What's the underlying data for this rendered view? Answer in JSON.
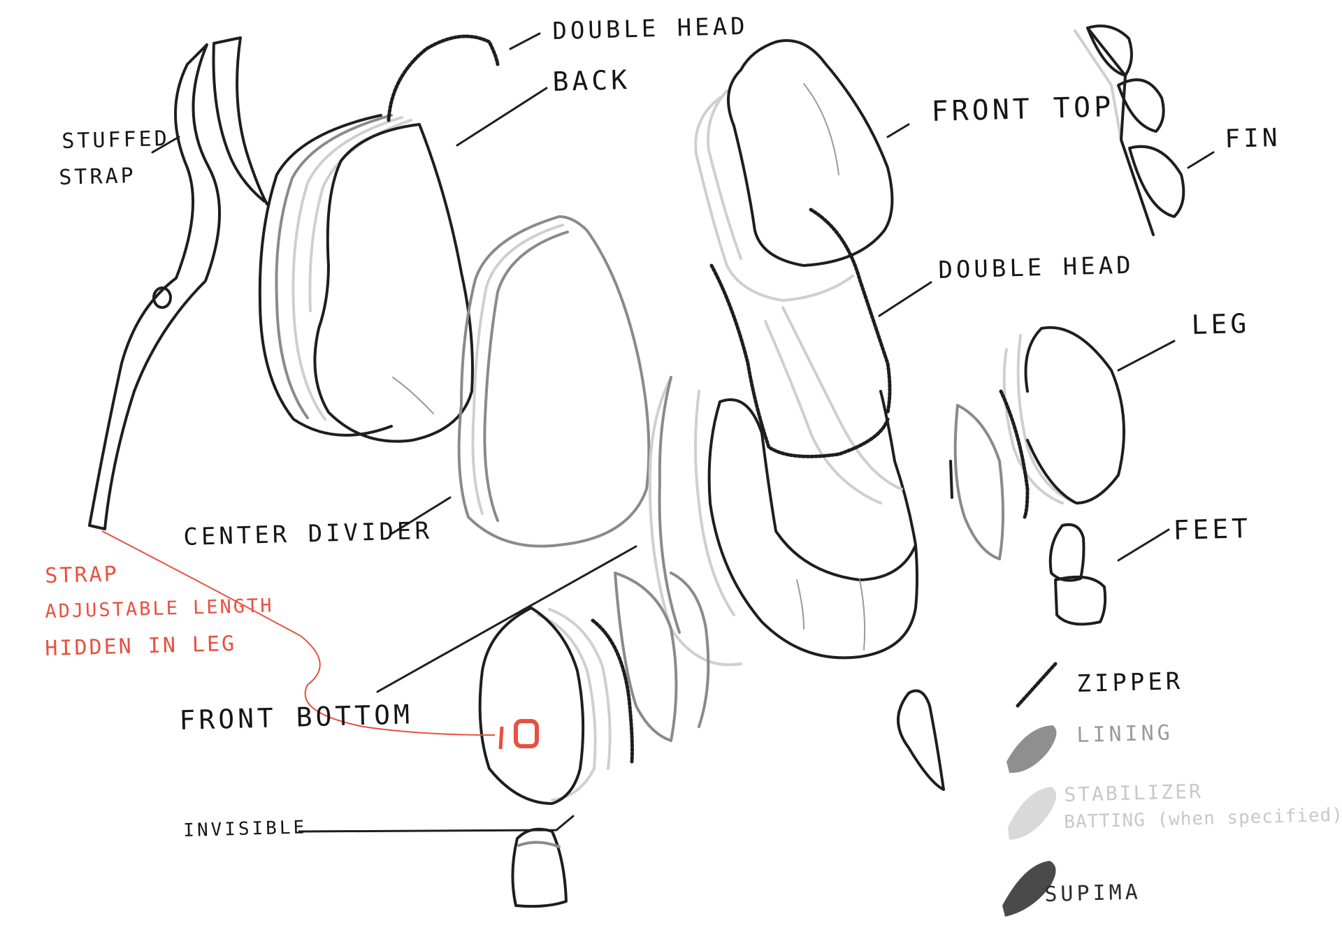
{
  "labels": {
    "double_head_top": "DOUBLE HEAD",
    "back": "BACK",
    "stuffed": "STUFFED",
    "strap": "STRAP",
    "front_top": "FRONT TOP",
    "fin": "FIN",
    "double_head_mid": "DOUBLE HEAD",
    "leg": "LEG",
    "feet": "FEET",
    "center_divider": "CENTER DIVIDER",
    "strap_note_1": "STRAP",
    "strap_note_2": "ADJUSTABLE LENGTH",
    "strap_note_3": "HIDDEN IN LEG",
    "front_bottom": "FRONT BOTTOM",
    "invisible": "INVISIBLE"
  },
  "legend": {
    "zipper": "ZIPPER",
    "lining": "LINING",
    "stabilizer_1": "STABILIZER",
    "stabilizer_2": "BATTING (when specified)",
    "supima": "SUPIMA"
  },
  "colors": {
    "ink": "#1e1e1e",
    "lining": "#8f8f8f",
    "stabilizer": "#d9d9d9",
    "supima": "#4a4a4a",
    "annotation": "#e8503f"
  }
}
